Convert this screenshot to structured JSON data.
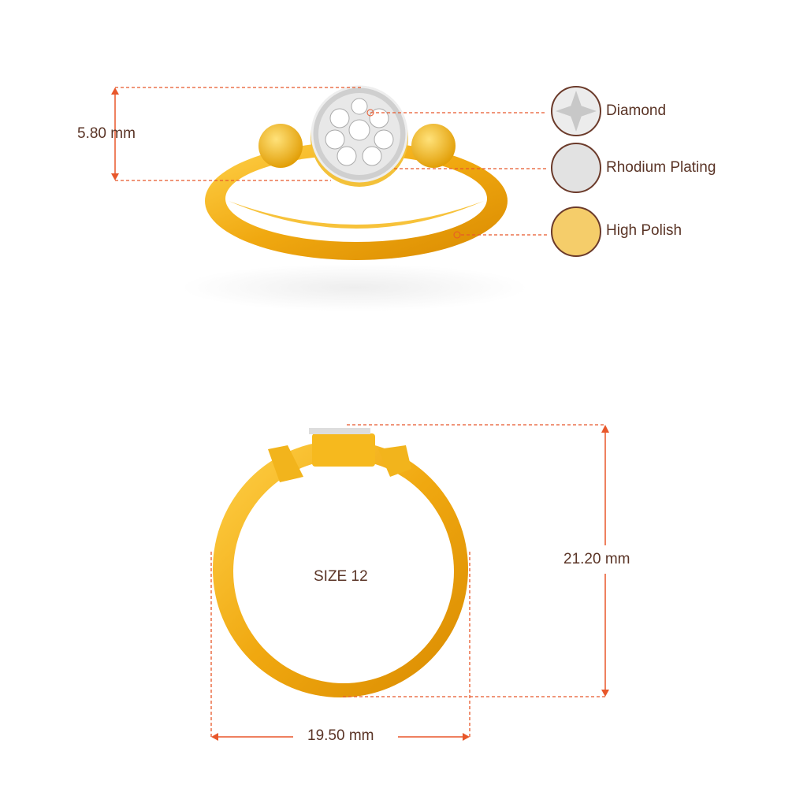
{
  "colors": {
    "accent": "#e8572a",
    "text": "#5a3426",
    "gold": "#f2b41c",
    "rhodium": "#e2e2e2",
    "polish": "#f5cd6a"
  },
  "top_view": {
    "height_label": "5.80 mm"
  },
  "legend": [
    {
      "icon": "diamond-swatch-icon",
      "label": "Diamond"
    },
    {
      "icon": "rhodium-swatch-icon",
      "label": "Rhodium Plating"
    },
    {
      "icon": "high-polish-swatch-icon",
      "label": "High Polish"
    }
  ],
  "front_view": {
    "size_label": "SIZE 12",
    "height_label": "21.20 mm",
    "width_label": "19.50 mm"
  }
}
